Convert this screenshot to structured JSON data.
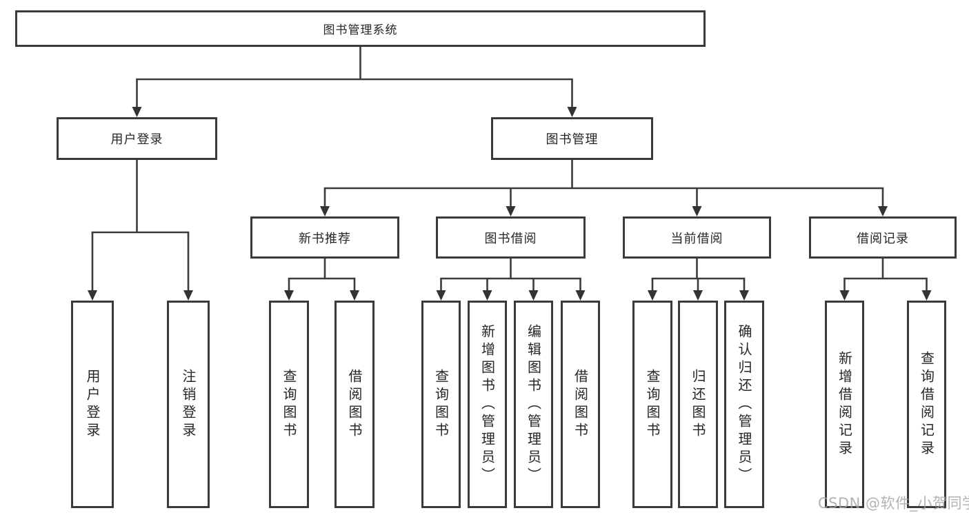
{
  "tree": {
    "label": "图书管理系统",
    "children": [
      {
        "label": "用户登录",
        "children": [
          {
            "label": "用户登录"
          },
          {
            "label": "注销登录"
          }
        ]
      },
      {
        "label": "图书管理",
        "children": [
          {
            "label": "新书推荐",
            "children": [
              {
                "label": "查询图书"
              },
              {
                "label": "借阅图书"
              }
            ]
          },
          {
            "label": "图书借阅",
            "children": [
              {
                "label": "查询图书"
              },
              {
                "label": "新增图书（管理员）"
              },
              {
                "label": "编辑图书（管理员）"
              },
              {
                "label": "借阅图书"
              }
            ]
          },
          {
            "label": "当前借阅",
            "children": [
              {
                "label": "查询图书"
              },
              {
                "label": "归还图书"
              },
              {
                "label": "确认归还（管理员）"
              }
            ]
          },
          {
            "label": "借阅记录",
            "children": [
              {
                "label": "新增借阅记录"
              },
              {
                "label": "查询借阅记录"
              }
            ]
          }
        ]
      }
    ]
  },
  "watermark": "CSDN @软件_小贺同学",
  "colors": {
    "line": "#3a3a3a",
    "box_border": "#3a3a3a",
    "text": "#262626",
    "watermark": "#a5a5a5",
    "background": "#ffffff"
  }
}
